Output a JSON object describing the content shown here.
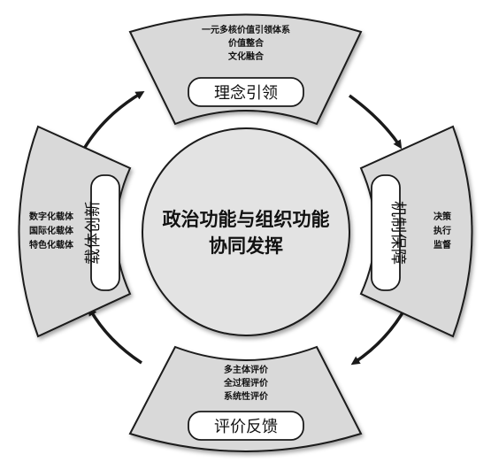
{
  "center": {
    "line1": "政治功能与组织功能",
    "line2": "协同发挥"
  },
  "sectors": {
    "top": {
      "label": "理念引领",
      "items": [
        "一元多核价值引领体系",
        "价值整合",
        "文化融合"
      ]
    },
    "right": {
      "label": "机制保障",
      "items": [
        "决策",
        "执行",
        "监督"
      ]
    },
    "bottom": {
      "label": "评价反馈",
      "items": [
        "多主体评价",
        "全过程评价",
        "系统性评价"
      ]
    },
    "left": {
      "label": "载体创新",
      "items": [
        "数字化载体",
        "国际化载体",
        "特色化载体"
      ]
    }
  },
  "colors": {
    "sector_fill": "#d9d9d9",
    "stroke": "#1a1a1a",
    "circle_fill": "#e3e3e3",
    "label_box_fill": "#ffffff"
  }
}
